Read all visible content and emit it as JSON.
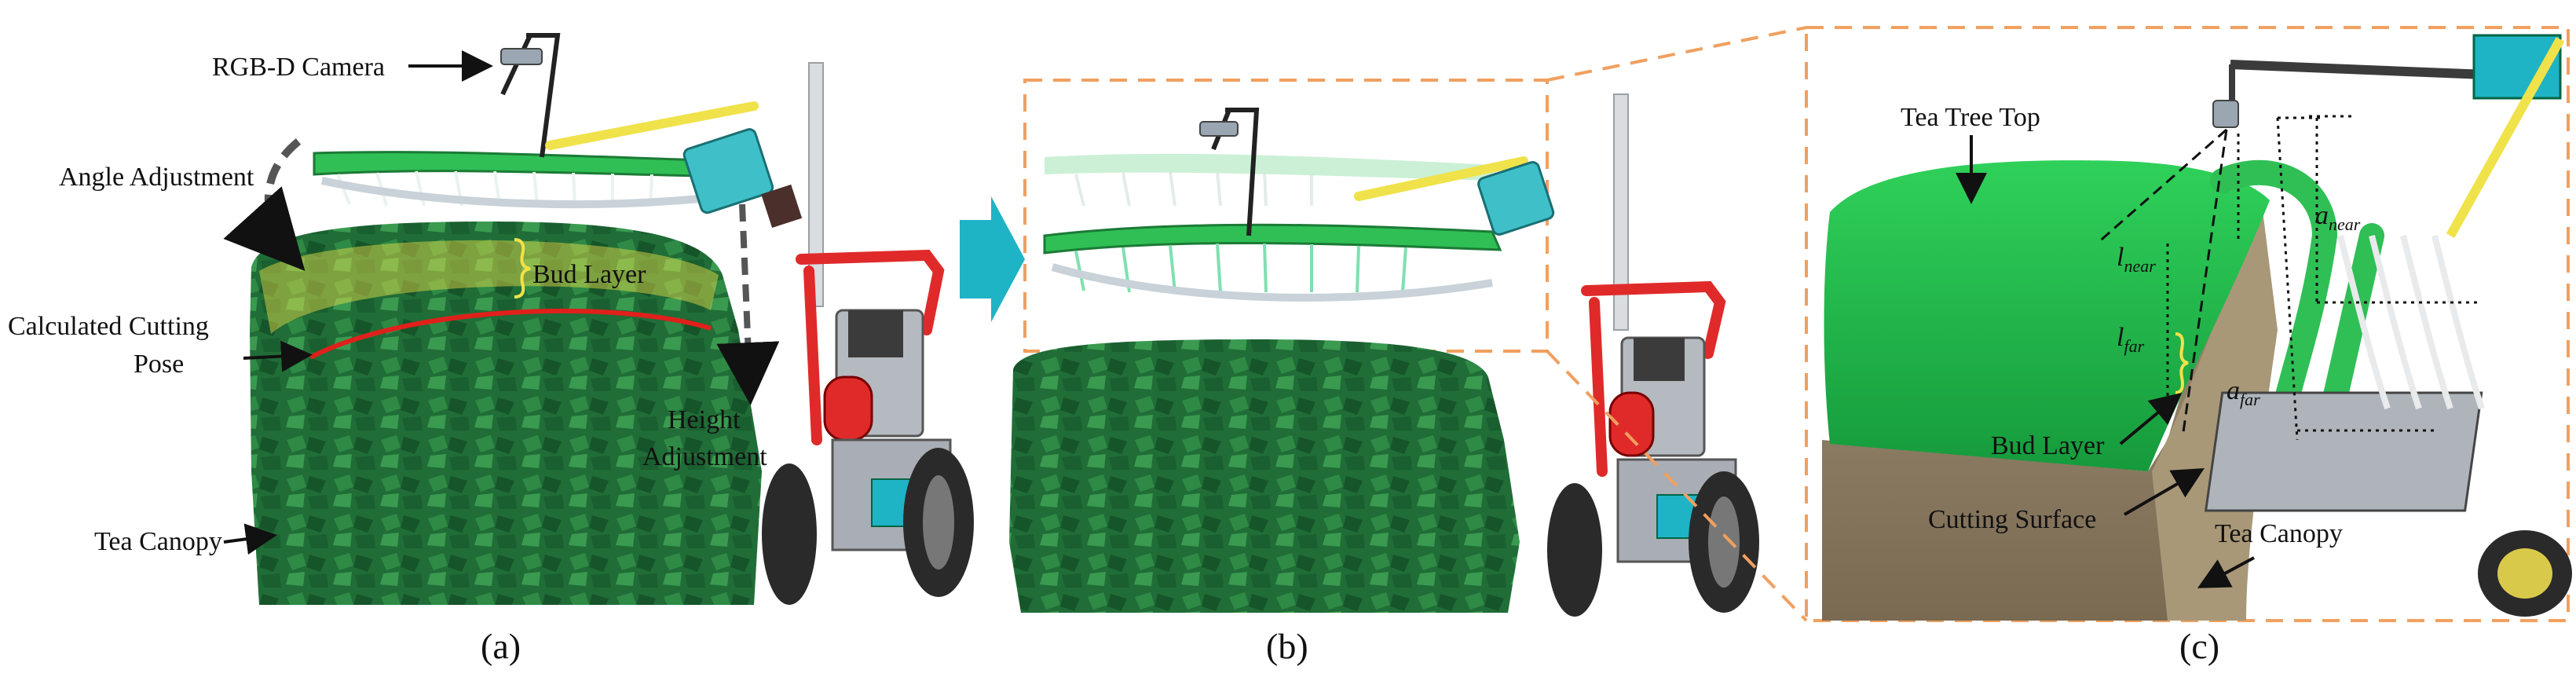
{
  "panels": {
    "a": {
      "caption": "(a)",
      "labels": {
        "rgbd_camera": "RGB-D Camera",
        "angle_adjustment": "Angle Adjustment",
        "bud_layer": "Bud Layer",
        "calculated_cutting_pose_line1": "Calculated Cutting",
        "calculated_cutting_pose_line2": "Pose",
        "height_adjustment_line1": "Height",
        "height_adjustment_line2": "Adjustment",
        "tea_canopy": "Tea Canopy"
      }
    },
    "b": {
      "caption": "(b)"
    },
    "c": {
      "caption": "(c)",
      "labels": {
        "tea_tree_top": "Tea Tree Top",
        "bud_layer": "Bud Layer",
        "cutting_surface": "Cutting Surface",
        "tea_canopy": "Tea Canopy",
        "l_near": "l",
        "l_near_sub": "near",
        "l_far": "l",
        "l_far_sub": "far",
        "a_near": "a",
        "a_near_sub": "near",
        "a_far": "a",
        "a_far_sub": "far"
      }
    }
  },
  "colors": {
    "canopy_dark": "#1f6b35",
    "canopy_mid": "#2e8a45",
    "canopy_light": "#5fae52",
    "bud_layer": "#f1e24a",
    "cutting_line": "#e0201b",
    "boom_green": "#2fbf55",
    "arrow_teal": "#1fb3c6",
    "dash_orange": "#f0a060",
    "soil_brown": "#8a7a62",
    "tractor_red": "#e02a2a",
    "tractor_grey": "#a9adb5"
  }
}
